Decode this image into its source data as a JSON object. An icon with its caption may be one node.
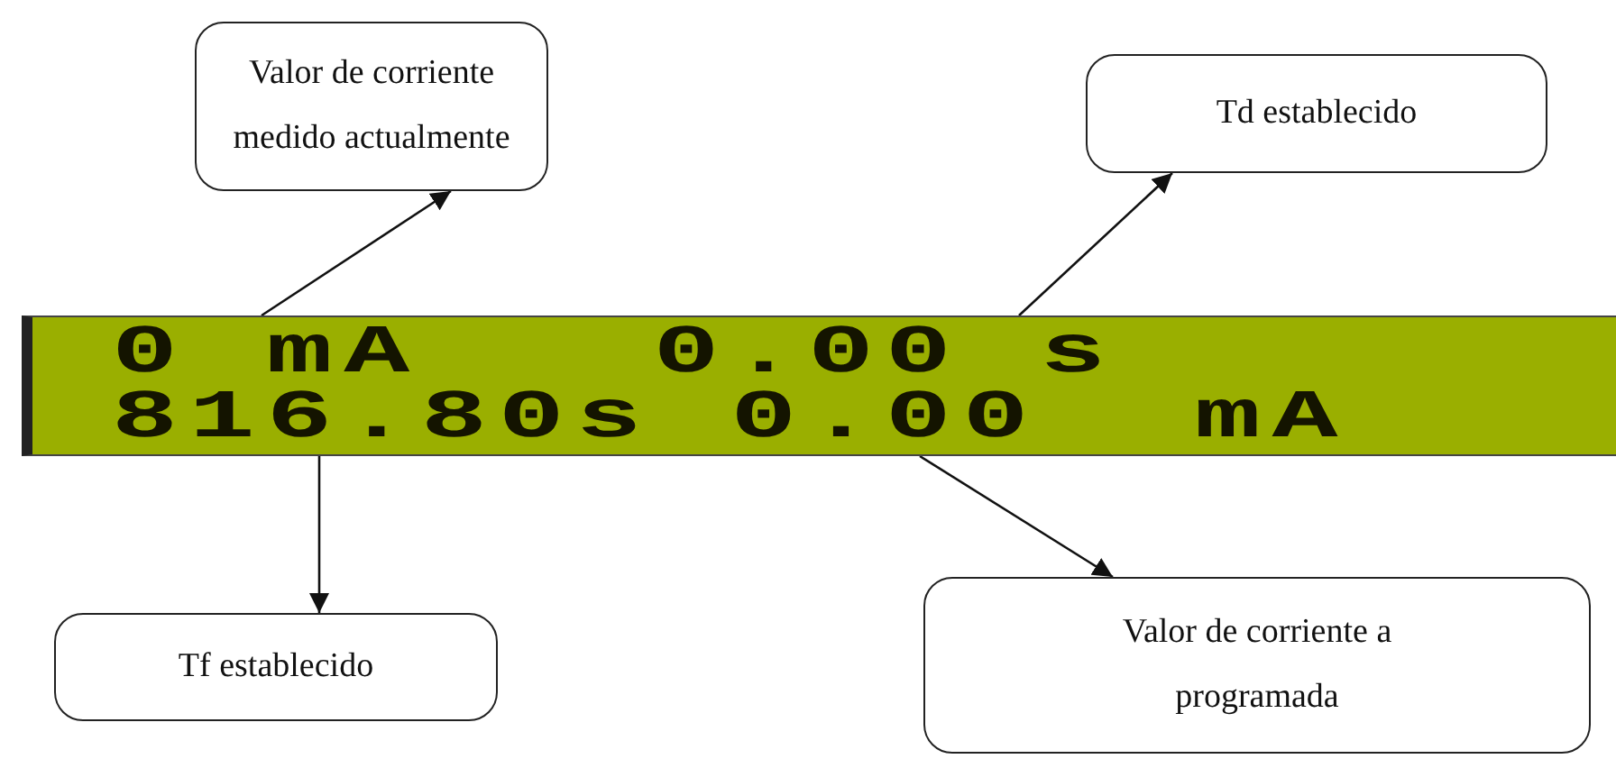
{
  "diagram": {
    "nodes": [
      {
        "text": [
          "0 mA   0.00 s",
          "816.80s 0.00  mA"
        ]
      },
      {
        "text": [
          "Valor de corriente medido actualmente"
        ]
      },
      {
        "text": [
          "Td establecido"
        ]
      },
      {
        "text": [
          "Tf establecido"
        ]
      },
      {
        "text": [
          "Valor de corriente a programada"
        ]
      }
    ],
    "edges": [
      {
        "from": 0,
        "to": 1,
        "arrow": "to"
      },
      {
        "from": 0,
        "to": 2,
        "arrow": "to"
      },
      {
        "from": 0,
        "to": 3,
        "arrow": "to"
      },
      {
        "from": 0,
        "to": 4,
        "arrow": "to"
      }
    ]
  }
}
